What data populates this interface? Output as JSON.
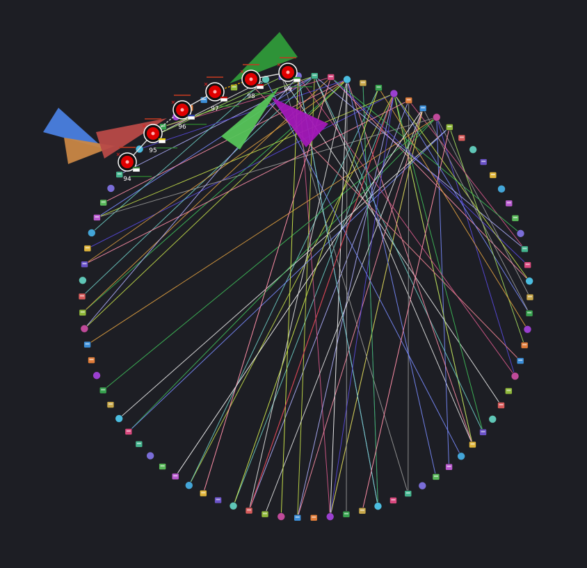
{
  "colors": {
    "background": "#1d1e24",
    "node_fill": "#e00000",
    "node_ring": "#111111",
    "label": "#ffffff"
  },
  "players": [
    {
      "id": "94",
      "label": "94"
    },
    {
      "id": "95",
      "label": "95"
    },
    {
      "id": "96",
      "label": "96"
    },
    {
      "id": "97",
      "label": "97"
    },
    {
      "id": "98",
      "label": "98"
    },
    {
      "id": "99",
      "label": "99"
    }
  ],
  "fans": [
    {
      "name": "blue-fan",
      "color": "#4a7fe0"
    },
    {
      "name": "orange-fan",
      "color": "#c98746"
    },
    {
      "name": "red-fan",
      "color": "#b84a48"
    },
    {
      "name": "dark-green-fan",
      "color": "#2f9a3a"
    },
    {
      "name": "light-green-fan",
      "color": "#56c45a"
    },
    {
      "name": "magenta-fan",
      "color": "#a218b8"
    }
  ],
  "ring": {
    "icon_count": 86,
    "icon_colors": [
      "#7a6dd8",
      "#43b38e",
      "#d9487e",
      "#4bbde0",
      "#c7a74a",
      "#37a24f",
      "#9a3fd0",
      "#e07d3a",
      "#3b8ed9",
      "#c04a9a",
      "#8fb83a",
      "#d85b5b",
      "#5fc6b7",
      "#6a52c8",
      "#e0b53a",
      "#43a5d8",
      "#b95ad0",
      "#59b95a"
    ],
    "edge_colors": [
      "#c7e04a",
      "#e8e8e8",
      "#6fd0c8",
      "#7a8cff",
      "#d95a8c",
      "#3fbf5a",
      "#9a9a9a",
      "#e0a040",
      "#5a4ae0",
      "#b0b0ff",
      "#ff8fa8",
      "#a8e060"
    ]
  }
}
